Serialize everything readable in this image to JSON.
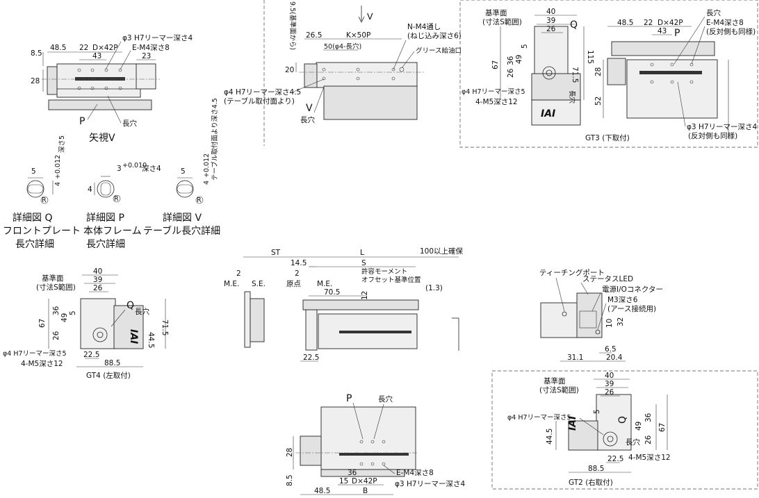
{
  "arrow_view_v": {
    "dims": {
      "d8_5": "8.5",
      "d28": "28",
      "d48_5": "48.5",
      "d22": "22",
      "dx42p": "D×42P",
      "d43": "43",
      "d23": "23"
    },
    "reamer": "φ3 H7リーマー深さ4",
    "tap": "E-M4深さ8",
    "label_p": "P",
    "label_slot": "長穴",
    "caption": "矢視V"
  },
  "details": {
    "q": {
      "w": "5",
      "h": "4",
      "tol_up": "+0.012",
      "tol_lo": "0",
      "depth": "深さ5",
      "r": "R",
      "caption1": "詳細図 Q",
      "caption2": "フロントプレート",
      "caption3": "長穴詳細"
    },
    "p": {
      "w": "3",
      "tol_up": "+0.010",
      "tol_lo": "0",
      "depth": "深さ4",
      "h": "4",
      "r": "R",
      "caption1": "詳細図 P",
      "caption2": "本体フレーム",
      "caption3": "長穴詳細"
    },
    "v": {
      "w": "5",
      "h": "4",
      "tol_up": "+0.012",
      "tol_lo": "0",
      "depth": "テーブル取付面より深さ4.5",
      "r": "R",
      "caption1": "詳細図 V",
      "caption2": "テーブル長穴詳細"
    }
  },
  "top_view": {
    "arrow": "V",
    "ref": "9.5(基準面から)",
    "d26_5": "26.5",
    "kx50p": "K×50P",
    "d50": "50(φ4-長穴)",
    "nm4": "N-M4通し",
    "nm4b": "(ねじ込み深さ6)",
    "grease": "グリース給油口",
    "d20": "20",
    "reamer1": "φ4 H7リーマー深さ4.5",
    "reamer2": "(テーブル取付面より)",
    "label_v": "V",
    "label_slot": "長穴"
  },
  "gt3": {
    "ref1": "基準面",
    "ref2": "(寸法S範囲)",
    "d40": "40",
    "d39": "39",
    "d26": "26",
    "q": "Q",
    "d36": "36",
    "d5": "5",
    "d67": "67",
    "d49": "49",
    "d26b": "26",
    "d71_5": "71.5",
    "d115": "115",
    "reamer": "φ4 H7リーマー深さ5",
    "tap": "4-M5深さ12",
    "slot": "長穴",
    "d48_5": "48.5",
    "d22": "22",
    "dx42p": "D×42P",
    "d43": "43",
    "p": "P",
    "slot2": "長穴",
    "tap2": "E-M4深さ8",
    "tap2b": "(反対側も同様)",
    "d28": "28",
    "d52": "52",
    "reamer2": "φ3 H7リーマー深さ4",
    "reamer2b": "(反対側も同様)",
    "caption": "GT3 (下取付)",
    "logo": "IAI"
  },
  "side_view": {
    "st": "ST",
    "l": "L",
    "clear": "100以上確保",
    "d14_5": "14.5",
    "s": "S",
    "moment1": "許容モーメント",
    "moment2": "オフセット基準位置",
    "d2a": "2",
    "me": "M.E.",
    "se": "S.E.",
    "d2b": "2",
    "origin": "原点",
    "me2": "M.E.",
    "d70_5": "70.5",
    "d12": "12",
    "d1_3": "(1.3)",
    "d22_5": "22.5"
  },
  "gt4": {
    "ref1": "基準面",
    "ref2": "(寸法S範囲)",
    "d40": "40",
    "d39": "39",
    "d26": "26",
    "q": "Q",
    "slot": "長穴",
    "d36": "36",
    "d5": "5",
    "d67": "67",
    "d49": "49",
    "d26b": "26",
    "d44_5": "44.5",
    "d71_5": "71.5",
    "reamer": "φ4 H7リーマー深さ5",
    "tap": "4-M5深さ12",
    "d22_5": "22.5",
    "d88_5": "88.5",
    "caption": "GT4 (左取付)",
    "logo": "IAI"
  },
  "rear_view": {
    "teaching": "ティーチングポート",
    "led": "ステータスLED",
    "conn": "電源I/Oコネクター",
    "m3": "M3深さ6",
    "ground": "(アース接続用)",
    "d10": "10",
    "d32": "32",
    "d6_5": "6.5",
    "d31_1": "31.1",
    "d20_4": "20.4"
  },
  "bottom_view": {
    "p": "P",
    "slot": "長穴",
    "d28": "28",
    "d8_5": "8.5",
    "tap": "E-M4深さ8",
    "d36": "36",
    "d15": "15",
    "dx42p": "D×42P",
    "reamer": "φ3 H7リーマー深さ4",
    "d48_5": "48.5",
    "b": "B"
  },
  "gt2": {
    "ref1": "基準面",
    "ref2": "(寸法S範囲)",
    "d40": "40",
    "d39": "39",
    "d26": "26",
    "d5": "5",
    "reamer": "φ4 H7リーマー深さ5",
    "q": "Q",
    "slot": "長穴",
    "d49": "49",
    "d36": "36",
    "d67": "67",
    "d26b": "26",
    "d44_5": "44.5",
    "d22_5": "22.5",
    "tap": "4-M5深さ12",
    "d88_5": "88.5",
    "caption": "GT2 (右取付)",
    "logo": "IAI"
  }
}
